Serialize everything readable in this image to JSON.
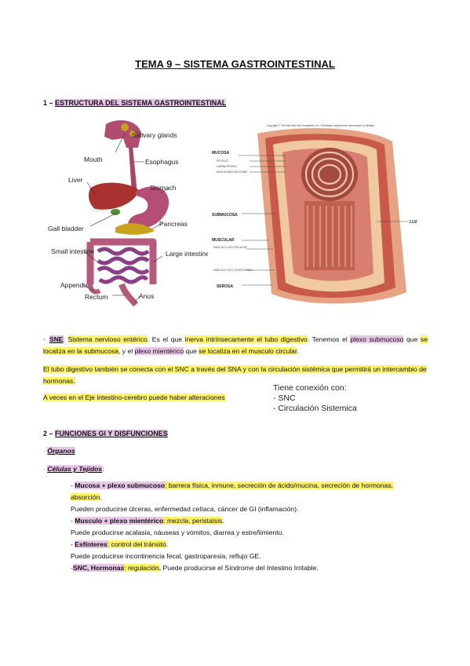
{
  "title": "TEMA 9 – SISTEMA GASTROINTESTINAL",
  "section1": {
    "num": "1 – ",
    "label": "ESTRUCTURA DEL SISTEMA GASTROINTESTINAL"
  },
  "figure_left": {
    "labels": [
      "Salivary glands",
      "Mouth",
      "Esophagus",
      "Liver",
      "Stomach",
      "Gall bladder",
      "Pancreas",
      "Small intestine",
      "Large intestine",
      "Appendix",
      "Rectum",
      "Anus"
    ],
    "watermark": "iStock"
  },
  "figure_right": {
    "copyright": "Copyright © The McGraw-Hill Companies, Inc. Permission required for reproduction or display.",
    "labels": [
      "MUCOSA",
      "EPITELIO",
      "LAMINA PROPIA",
      "MUSCULARIS MUCOSAE",
      "SUBMUCOSA",
      "MUSCULAR",
      "MÚSCULO LISO CIRCULAR",
      "MÚSCULO LISO LONGITUDINAL",
      "SEROSA",
      "LUZ"
    ]
  },
  "p1": {
    "bullet": "▫",
    "sne": "SNE",
    "colon": ": ",
    "a": "Sistema nervioso entérico",
    "b": ". Es el que ",
    "c": "inerva intrínsecamente el tubo digestivo",
    "d": ". Tenemos el ",
    "e": "plexo submucoso",
    "f": " que ",
    "g": "se localiza en la submucosa",
    "h": ", y el ",
    "i": "plexo mientérico",
    "j": " que ",
    "k": "se localiza en el musculo circular",
    "l": "."
  },
  "p2": "El tubo digestivo también se conecta con el SNC a través del SNA y con la circulación sistémica que permitirá un intercambio de hormonas.",
  "p3": "A veces en el Eje intestino-cerebro puede haber alteraciones",
  "note": {
    "line1": "Tiene conexión con:",
    "line2": "- SNC",
    "line3": "- Circulación  Sistemica"
  },
  "section2": {
    "num": "2 – ",
    "label": "FUNCIONES GI Y DISFUNCIONES"
  },
  "organos": "Órganos",
  "celulas": "Células y Tejidos",
  "items": {
    "m1_lead": "- ",
    "m1_title": "Mucosa + plexo submucoso",
    "m1_desc": ": barrera física, inmune, secreción de ácido/mucina, secreción de hormonas, absorción",
    "m1_end": ".",
    "m1_sub": "Pueden producirse úlceras, enfermedad celíaca, cáncer de GI (inflamación).",
    "m2_lead": "- ",
    "m2_title": "Musculo + plexo mientérico",
    "m2_desc": ": mezcla, peristalsis",
    "m2_end": ".",
    "m2_sub": "Puede producirse acalasia, náuseas y vómitos, diarrea y estreñimiento.",
    "m3_lead": "- ",
    "m3_title": "Esfínteres",
    "m3_desc": ": control del tránsito",
    "m3_end": ".",
    "m3_sub": "Puede producirse incontinencia fecal, gastroparesia, reflujo GE.",
    "m4_lead": "-",
    "m4_title": "SNC, Hormonas",
    "m4_desc": ": regulación",
    "m4_end": ".",
    "m4_sub": " Puede producirse el Síndrome del Intestino Irritable."
  }
}
